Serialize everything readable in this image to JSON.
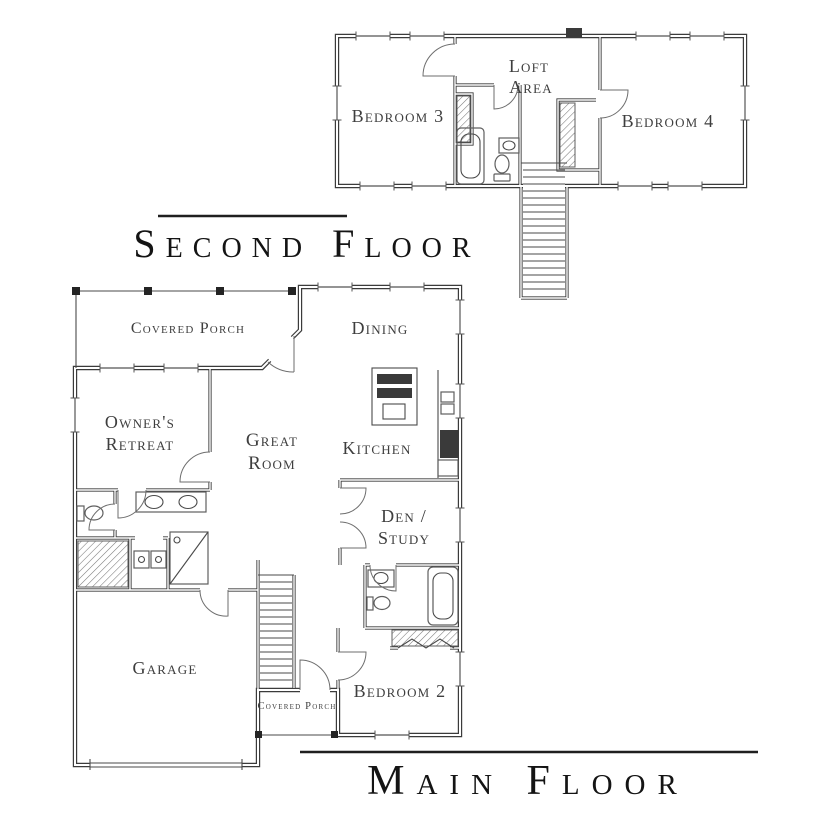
{
  "colors": {
    "background": "#ffffff",
    "wall": "#3b3b3b",
    "fixture": "#5f5f5f",
    "label": "#3e3e3e",
    "title": "#141414"
  },
  "second_floor": {
    "title": "Second Floor",
    "rooms": {
      "bedroom3": "Bedroom 3",
      "loft_line1": "Loft",
      "loft_line2": "Area",
      "bedroom4": "Bedroom 4"
    }
  },
  "main_floor": {
    "title": "Main Floor",
    "rooms": {
      "covered_porch": "Covered Porch",
      "dining": "Dining",
      "owners_retreat_line1": "Owner's",
      "owners_retreat_line2": "Retreat",
      "great_room_line1": "Great",
      "great_room_line2": "Room",
      "kitchen": "Kitchen",
      "den_line1": "Den /",
      "den_line2": "Study",
      "garage": "Garage",
      "covered_porch_small": "Covered Porch",
      "bedroom2": "Bedroom 2"
    }
  }
}
